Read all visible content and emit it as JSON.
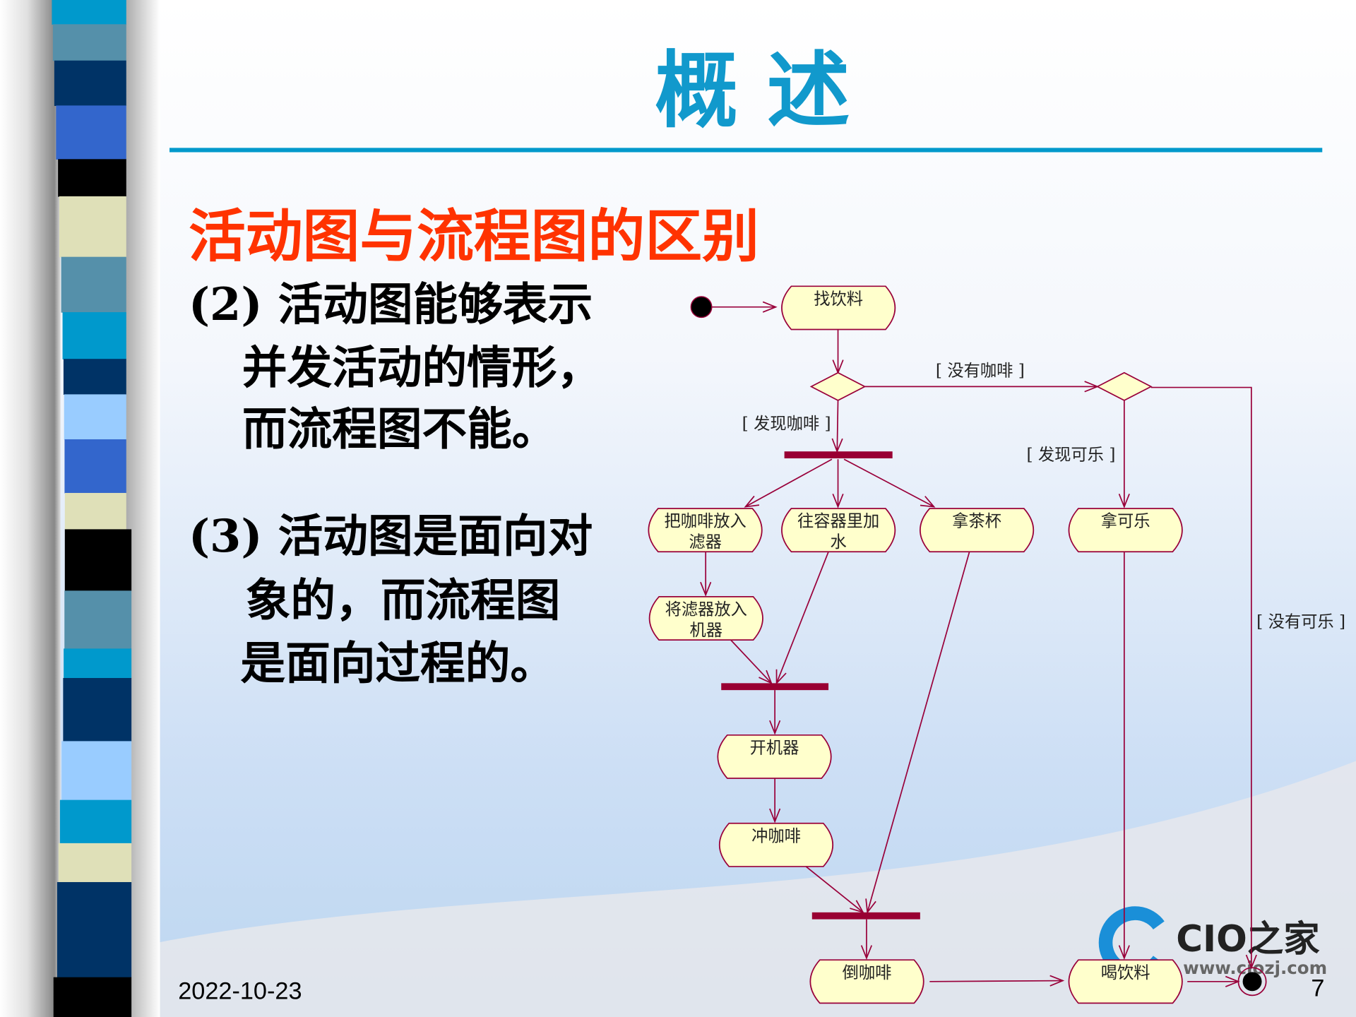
{
  "slide": {
    "title": "概 述",
    "subtitle": "活动图与流程图的区别",
    "point2": [
      "(2) 活动图能够表示",
      "并发活动的情形，",
      "而流程图不能。"
    ],
    "point3": [
      "(3) 活动图是面向对",
      "象的，而流程图",
      "是面向过程的。"
    ],
    "date": "2022-10-23",
    "page_number": "7",
    "logo": {
      "name": "CIO之家",
      "url": "www.ciozj.com"
    }
  },
  "colors": {
    "title": "#1199cc",
    "subtitle": "#ff3300",
    "rule": "#0099cc",
    "edge": "#99003a",
    "node_fill": "#ffffcc"
  },
  "diagram": {
    "nodes": {
      "find": [
        "找饮料"
      ],
      "filter": [
        "把咖啡放入",
        "滤器"
      ],
      "water": [
        "往容器里加",
        "水"
      ],
      "cup": [
        "拿茶杯"
      ],
      "cola": [
        "拿可乐"
      ],
      "machine": [
        "将滤器放入",
        "机器"
      ],
      "start": [
        "开机器"
      ],
      "brew": [
        "冲咖啡"
      ],
      "pour": [
        "倒咖啡"
      ],
      "drink": [
        "喝饮料"
      ]
    },
    "guards": {
      "no_coffee": "[ 没有咖啡 ]",
      "found_coffee": "[ 发现咖啡 ]",
      "found_cola": "[ 发现可乐 ]",
      "no_cola": "[ 没有可乐 ]"
    }
  }
}
